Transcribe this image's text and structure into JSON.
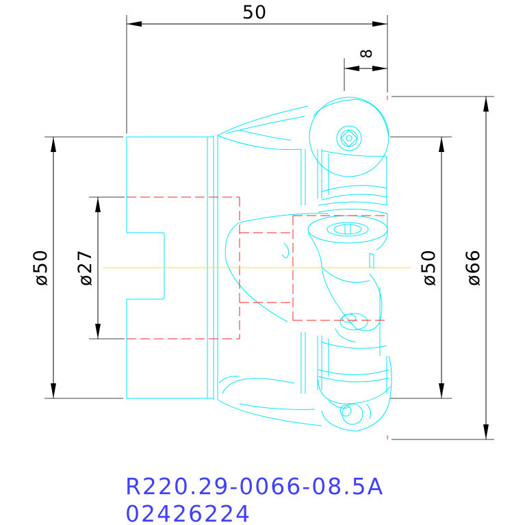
{
  "dimensions": {
    "overall_length": "50",
    "insert_offset": "8",
    "shank_diameter": "ø50",
    "bore_diameter": "ø27",
    "body_diameter": "ø50",
    "cutting_diameter": "ø66"
  },
  "part": {
    "designation": "R220.29-0066-08.5A",
    "item_number": "02426224"
  },
  "colors": {
    "outline": "#00e5ff",
    "hidden_lines": "#ff2020",
    "center_line": "#ffe600",
    "dimensions": "#000000",
    "part_text": "#4040ff"
  }
}
